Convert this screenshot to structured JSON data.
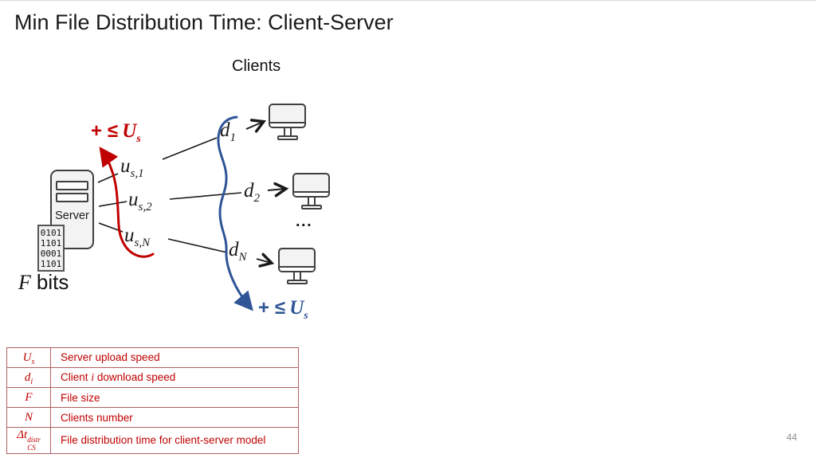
{
  "slide": {
    "title": "Min File Distribution Time: Client-Server",
    "page_number": "44"
  },
  "diagram": {
    "clients_heading": "Clients",
    "server_label": "Server",
    "file_lines": [
      "0101",
      "1101",
      "0001",
      "1101"
    ],
    "file_size": {
      "symbol": "F",
      "unit": "bits"
    },
    "uploads": [
      {
        "base": "u",
        "sub": "s,1"
      },
      {
        "base": "u",
        "sub": "s,2"
      },
      {
        "base": "u",
        "sub": "s,N"
      }
    ],
    "downloads": [
      {
        "base": "d",
        "sub": "1"
      },
      {
        "base": "d",
        "sub": "2"
      },
      {
        "base": "d",
        "sub": "N"
      }
    ],
    "ellipsis": "...",
    "server_constraint": {
      "plus": "+",
      "relation": "≤",
      "symbol": "U",
      "sub": "s"
    },
    "clients_constraint": {
      "plus": "+",
      "relation": "≤",
      "symbol": "U",
      "sub": "s"
    },
    "colors": {
      "red": "#C00000",
      "blue": "#2F5597",
      "line": "#1a1a1a"
    }
  },
  "legend_table": {
    "rows": [
      {
        "sym_base": "U",
        "sym_sub": "s",
        "sym_sup": "",
        "desc_pre": "Server upload speed",
        "desc_math": "",
        "desc_post": ""
      },
      {
        "sym_base": "d",
        "sym_sub": "i",
        "sym_sup": "",
        "desc_pre": "Client ",
        "desc_math": "i",
        "desc_post": " download speed"
      },
      {
        "sym_base": "F",
        "sym_sub": "",
        "sym_sup": "",
        "desc_pre": "File size",
        "desc_math": "",
        "desc_post": ""
      },
      {
        "sym_base": "N",
        "sym_sub": "",
        "sym_sup": "",
        "desc_pre": "Clients number",
        "desc_math": "",
        "desc_post": ""
      },
      {
        "sym_base": "Δt",
        "sym_sub": "CS",
        "sym_sup": "distr",
        "desc_pre": "File distribution time for client-server model",
        "desc_math": "",
        "desc_post": ""
      }
    ]
  }
}
